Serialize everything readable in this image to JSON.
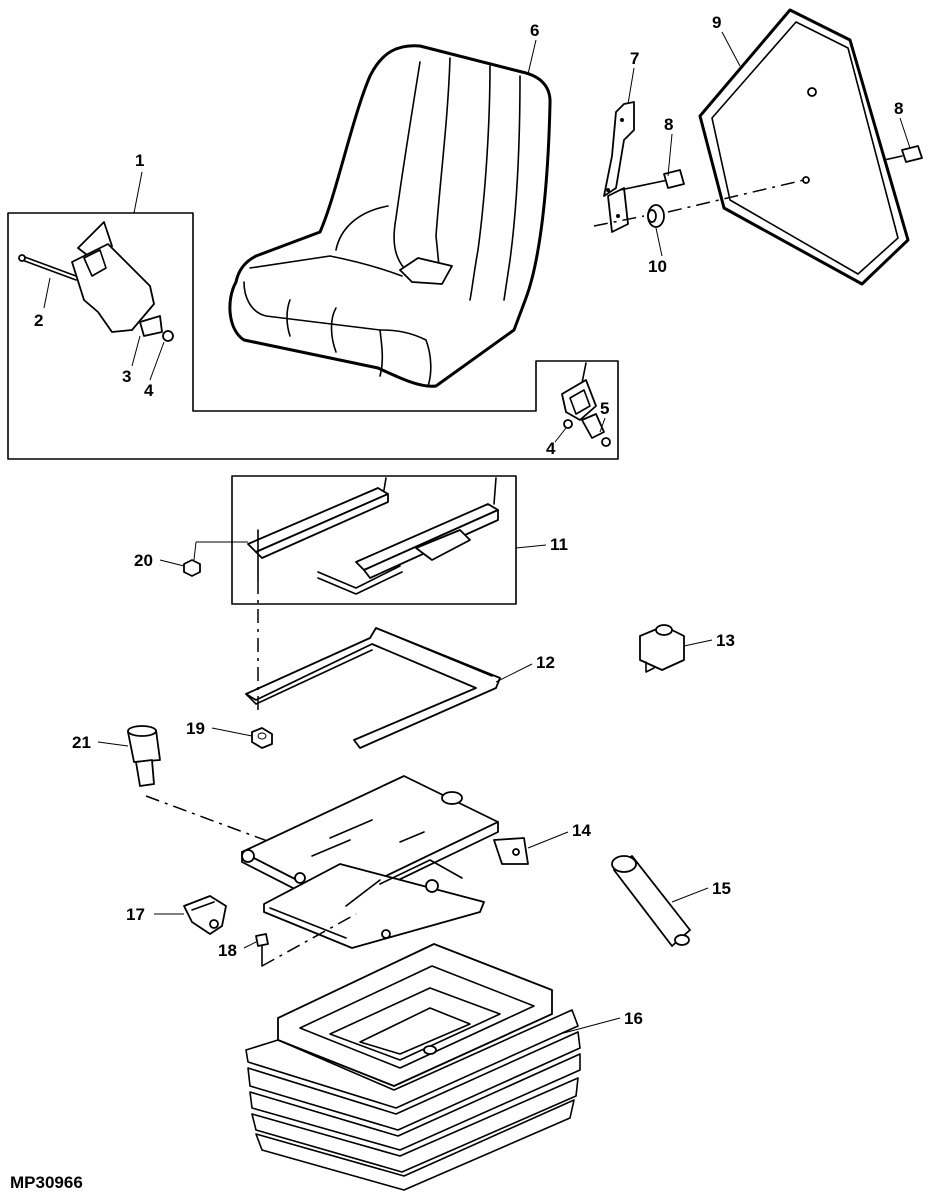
{
  "figure_id": "MP30966",
  "callouts": [
    {
      "number": "1"
    },
    {
      "number": "2"
    },
    {
      "number": "3"
    },
    {
      "number": "4"
    },
    {
      "number": "5"
    },
    {
      "number": "4"
    },
    {
      "number": "6"
    },
    {
      "number": "7"
    },
    {
      "number": "8"
    },
    {
      "number": "8"
    },
    {
      "number": "9"
    },
    {
      "number": "10"
    },
    {
      "number": "11"
    },
    {
      "number": "20"
    },
    {
      "number": "12"
    },
    {
      "number": "13"
    },
    {
      "number": "19"
    },
    {
      "number": "21"
    },
    {
      "number": "14"
    },
    {
      "number": "15"
    },
    {
      "number": "17"
    },
    {
      "number": "18"
    },
    {
      "number": "16"
    }
  ]
}
